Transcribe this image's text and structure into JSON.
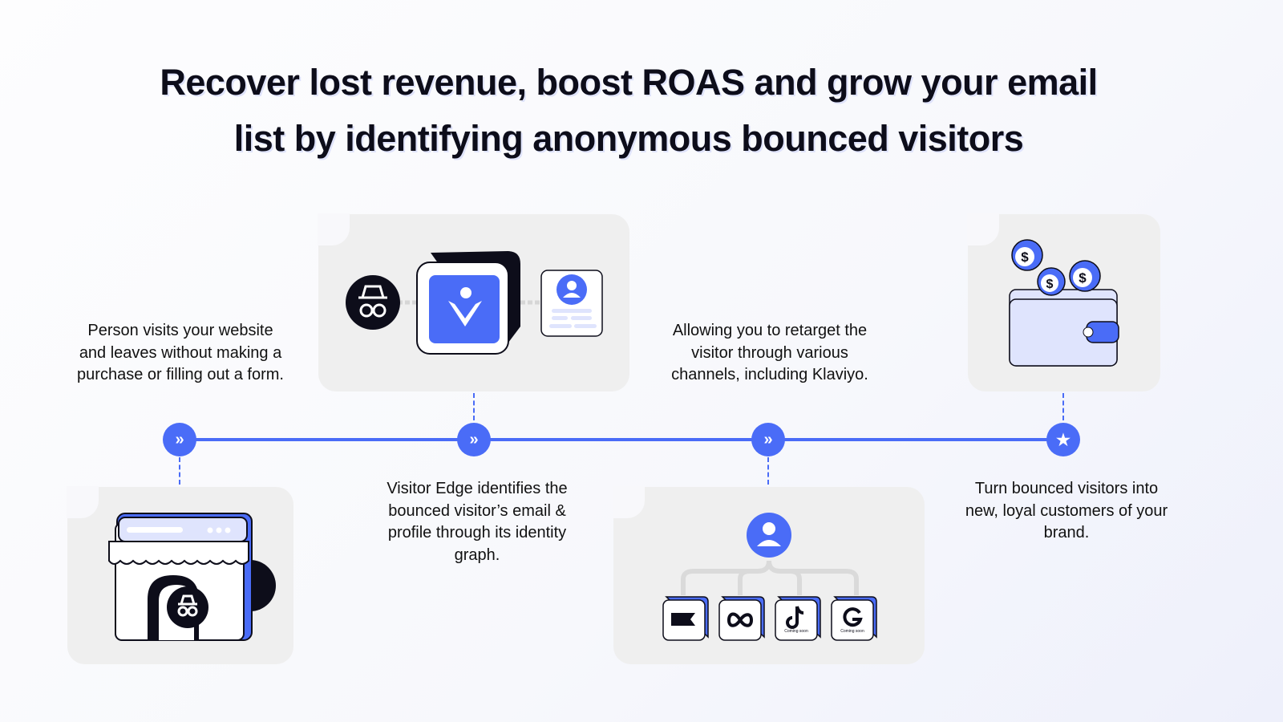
{
  "title": {
    "line1": "Recover lost revenue, boost ROAS and grow your email",
    "line2": "list by identifying anonymous bounced visitors"
  },
  "colors": {
    "accent": "#4a6cf7",
    "dark": "#0d0d1a",
    "card": "#efefef"
  },
  "steps": [
    {
      "text": "Person visits your website and leaves without making a purchase or filling out a form.",
      "icon": "chevrons-right-icon"
    },
    {
      "text": "Visitor Edge identifies the bounced visitor’s email & profile through its identity graph.",
      "icon": "chevrons-right-icon"
    },
    {
      "text": "Allowing you to retarget the visitor through various channels, including Klaviyo.",
      "icon": "chevrons-right-icon"
    },
    {
      "text": "Turn bounced visitors into new, loyal customers of your brand.",
      "icon": "star-icon"
    }
  ],
  "channels": [
    {
      "name": "klaviyo",
      "note": ""
    },
    {
      "name": "meta",
      "note": ""
    },
    {
      "name": "tiktok",
      "note": "Coming soon"
    },
    {
      "name": "google",
      "note": "Coming soon"
    }
  ]
}
